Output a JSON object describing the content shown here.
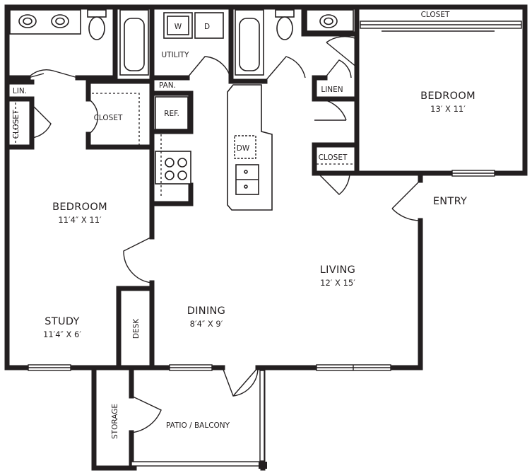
{
  "rooms": {
    "bedroom_right": {
      "name": "BEDROOM",
      "dim": "13′ X 11′"
    },
    "bedroom_left": {
      "name": "BEDROOM",
      "dim": "11′4″ X 11′"
    },
    "study": {
      "name": "STUDY",
      "dim": "11′4″ X 6′"
    },
    "living": {
      "name": "LIVING",
      "dim": "12′ X 15′"
    },
    "dining": {
      "name": "DINING",
      "dim": "8′4″ X 9′"
    },
    "entry": {
      "name": "ENTRY"
    },
    "patio": {
      "name": "PATIO / BALCONY"
    }
  },
  "labels": {
    "closet_top": "CLOSET",
    "closet_mid": "CLOSET",
    "closet_left_vertical": "CLOSET",
    "closet_right": "CLOSET",
    "linen_left": "LIN.",
    "linen_right": "LINEN",
    "utility": "UTILITY",
    "pantry": "PAN.",
    "refrigerator": "REF.",
    "washer": "W",
    "dryer": "D",
    "dishwasher": "DW",
    "desk": "DESK",
    "storage": "STORAGE"
  }
}
